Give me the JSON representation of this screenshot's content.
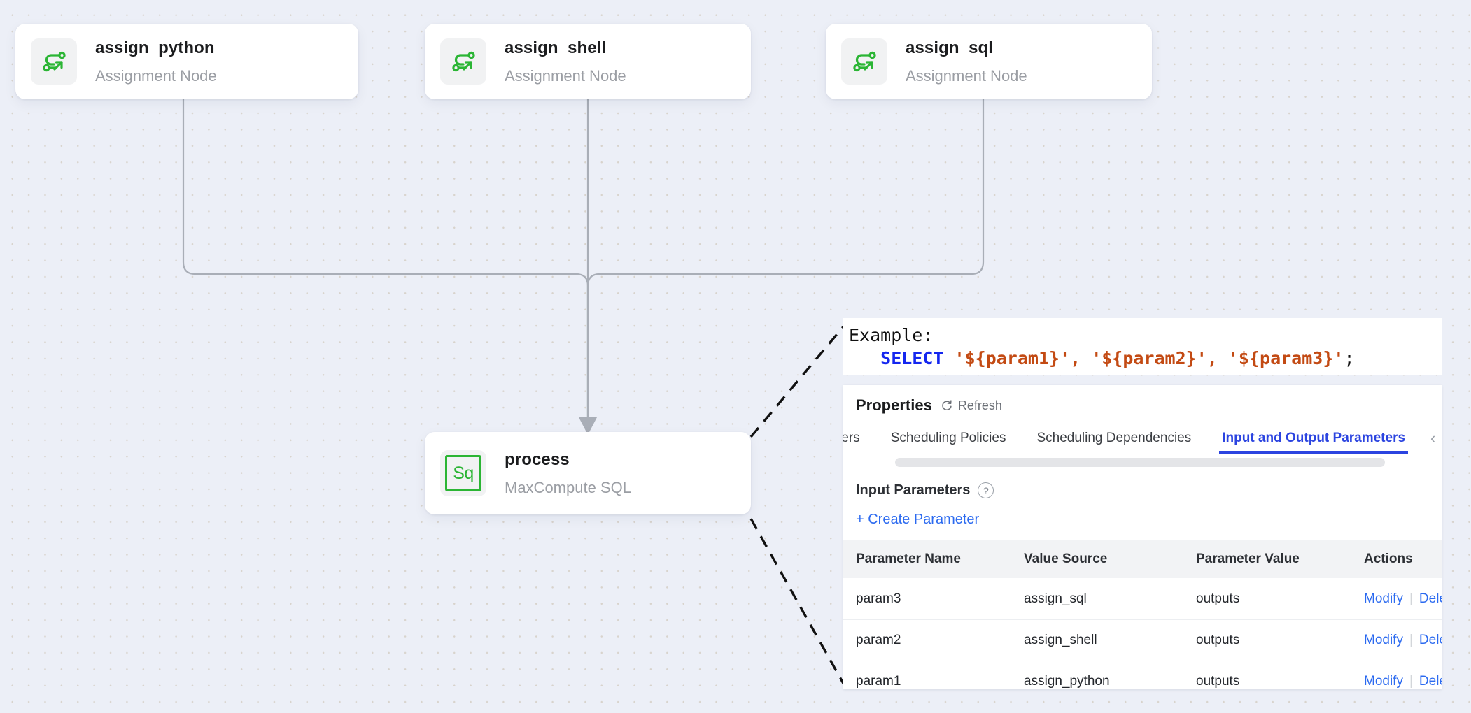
{
  "canvas": {
    "nodes": [
      {
        "id": "assign_python",
        "title": "assign_python",
        "subtitle": "Assignment Node",
        "icon": "assignment-node-icon"
      },
      {
        "id": "assign_shell",
        "title": "assign_shell",
        "subtitle": "Assignment Node",
        "icon": "assignment-node-icon"
      },
      {
        "id": "assign_sql",
        "title": "assign_sql",
        "subtitle": "Assignment Node",
        "icon": "assignment-node-icon"
      },
      {
        "id": "process",
        "title": "process",
        "subtitle": "MaxCompute SQL",
        "icon": "maxcompute-sql-icon",
        "icon_label": "Sq"
      }
    ]
  },
  "example": {
    "label": "Example:",
    "keyword": "SELECT",
    "args": "'${param1}', '${param2}', '${param3}'",
    "terminator": ";",
    "full": "SELECT '${param1}', '${param2}', '${param3}';"
  },
  "panel": {
    "title": "Properties",
    "refresh_label": "Refresh",
    "refresh_icon": "refresh-icon",
    "collapse_icon": "chevron-left-icon",
    "tabs": [
      {
        "label": "ters",
        "active": false,
        "truncated": true
      },
      {
        "label": "Scheduling Policies",
        "active": false
      },
      {
        "label": "Scheduling Dependencies",
        "active": false
      },
      {
        "label": "Input and Output Parameters",
        "active": true
      }
    ],
    "section": {
      "title": "Input Parameters",
      "help_icon": "help-circle-icon",
      "create_label": "+ Create Parameter"
    },
    "table": {
      "columns": [
        "Parameter Name",
        "Value Source",
        "Parameter Value",
        "Actions"
      ],
      "rows": [
        {
          "name": "param3",
          "source": "assign_sql",
          "value": "outputs",
          "modify": "Modify",
          "delete": "Delete"
        },
        {
          "name": "param2",
          "source": "assign_shell",
          "value": "outputs",
          "modify": "Modify",
          "delete": "Delete"
        },
        {
          "name": "param1",
          "source": "assign_python",
          "value": "outputs",
          "modify": "Modify",
          "delete": "Delete"
        }
      ]
    }
  },
  "colors": {
    "accent_blue": "#2b44e0",
    "link_blue": "#2b6af0",
    "node_green": "#2bb534",
    "canvas_bg": "#eceff7",
    "sql_keyword": "#1426ef",
    "sql_string": "#c34a13"
  }
}
